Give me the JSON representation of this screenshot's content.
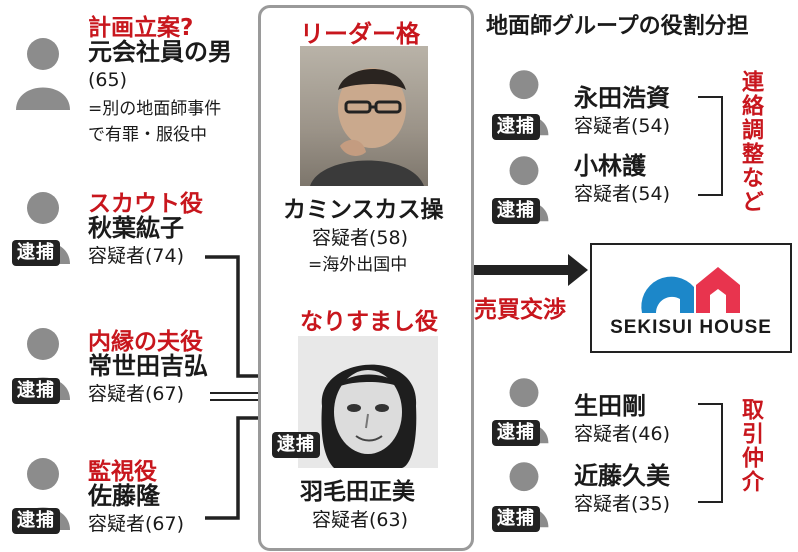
{
  "header": {
    "title": "地面師グループの役割分担"
  },
  "badge_text": "逮捕",
  "left": [
    {
      "role": "計画立案?",
      "name": "元会社員の男",
      "age": "(65)",
      "note1": "=別の地面師事件",
      "note2": "で有罪・服役中",
      "arrested": false
    },
    {
      "role": "スカウト役",
      "name": "秋葉紘子",
      "title": "容疑者(74)",
      "arrested": true
    },
    {
      "role": "内縁の夫役",
      "name": "常世田吉弘",
      "title": "容疑者(67)",
      "arrested": true
    },
    {
      "role": "監視役",
      "name": "佐藤隆",
      "title": "容疑者(67)",
      "arrested": true
    }
  ],
  "center": {
    "leader_role": "リーダー格",
    "leader_name": "カミンスカス操",
    "leader_title": "容疑者(58)",
    "leader_note": "=海外出国中",
    "imp_role": "なりすまし役",
    "imp_name": "羽毛田正美",
    "imp_title": "容疑者(63)"
  },
  "right_top": {
    "group_label": "連絡調整など",
    "people": [
      {
        "name": "永田浩資",
        "title": "容疑者(54)"
      },
      {
        "name": "小林護",
        "title": "容疑者(54)"
      }
    ]
  },
  "right_bottom": {
    "group_label": "取引仲介",
    "people": [
      {
        "name": "生田剛",
        "title": "容疑者(46)"
      },
      {
        "name": "近藤久美",
        "title": "容疑者(35)"
      }
    ]
  },
  "deal": {
    "label": "売買交渉"
  },
  "company": {
    "logo_text": "SEKISUI HOUSE",
    "colors": {
      "blue": "#1c87c9",
      "red": "#e8344e"
    }
  }
}
